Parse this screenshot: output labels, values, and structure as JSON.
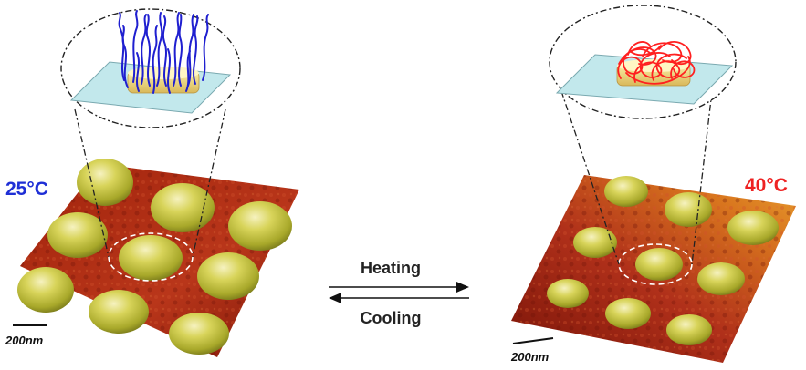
{
  "left_panel": {
    "temperature": "25°C",
    "temperature_color": "#1f2fd6",
    "scale_bar": "200nm",
    "chain_state": "extended-brush",
    "chain_color": "#1f1fd0"
  },
  "right_panel": {
    "temperature": "40°C",
    "temperature_color": "#ee2222",
    "scale_bar": "200nm",
    "chain_state": "collapsed-globule",
    "chain_color": "#ff2020"
  },
  "transition": {
    "forward_label": "Heating",
    "reverse_label": "Cooling"
  },
  "colors": {
    "surface_dark": "#8a1a0a",
    "surface_mid": "#c0391a",
    "surface_warm": "#e08a20",
    "particle": "#c8c83a",
    "particle_highlight": "#f4f0b0",
    "substrate": "#bfe6ea",
    "block": "#f2df8a"
  }
}
